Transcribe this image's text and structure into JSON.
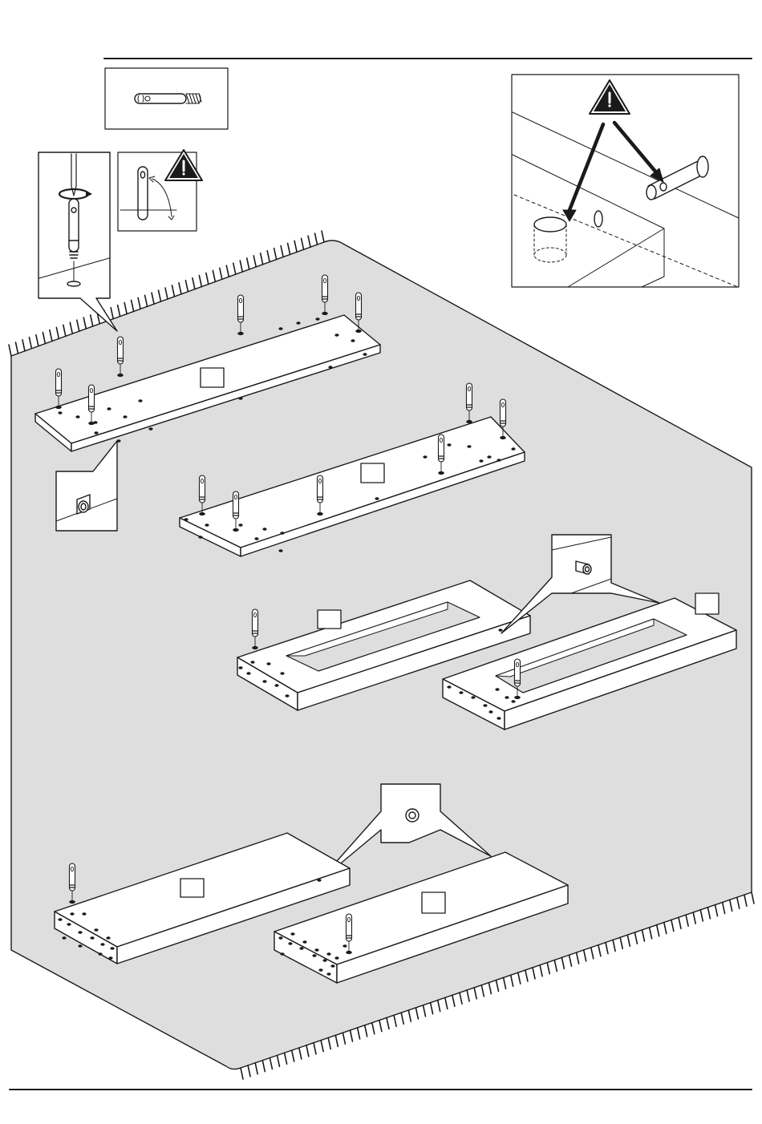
{
  "page": {
    "background": "#ffffff",
    "ink": "#1a1a1a",
    "rug_fill": "#dedede",
    "panel_fill": "#ffffff",
    "warning_fill": "#1a1a1a"
  },
  "callouts": {
    "part_box": {
      "content": "cam-bolt"
    },
    "insert_step": {
      "content": "screwdriver-inserting-bolt",
      "rotation": "clockwise"
    },
    "orientation_warning": {
      "content": "bolt-hole-orientation",
      "icon": "warning-icon"
    },
    "alignment_warning": {
      "content": "bolt-aligns-with-cam-hole",
      "icon": "warning-icon"
    }
  },
  "panels": [
    {
      "id": "panel-1",
      "type": "flat-long",
      "bolts": 6,
      "label_box": ""
    },
    {
      "id": "panel-2",
      "type": "flat-long",
      "bolts": 6,
      "label_box": ""
    },
    {
      "id": "panel-3",
      "type": "frame-with-slot",
      "bolts": 1,
      "label_box": ""
    },
    {
      "id": "panel-4",
      "type": "frame-with-slot",
      "bolts": 1,
      "label_box": ""
    },
    {
      "id": "panel-5",
      "type": "solid-block",
      "bolts": 1,
      "label_box": ""
    },
    {
      "id": "panel-6",
      "type": "solid-block",
      "bolts": 1,
      "label_box": ""
    }
  ],
  "detail_views": [
    {
      "id": "detail-1",
      "content": "edge-cam-hole"
    },
    {
      "id": "detail-2",
      "content": "edge-cam-hole"
    },
    {
      "id": "detail-3",
      "content": "face-cam-hole"
    }
  ]
}
